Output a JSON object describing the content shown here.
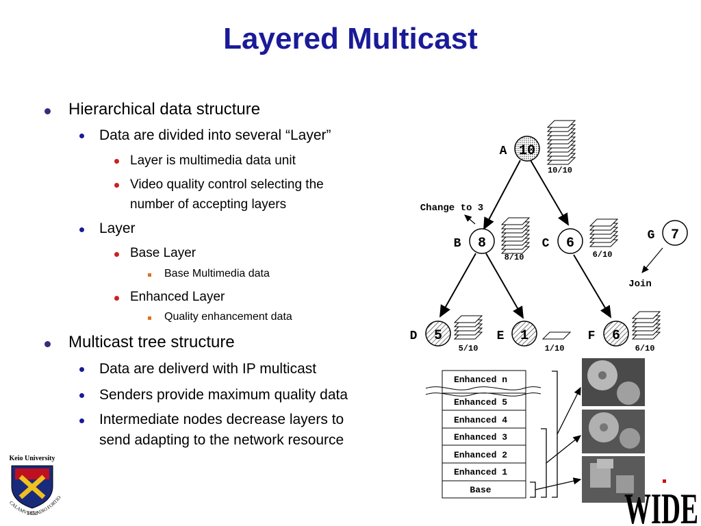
{
  "title": "Layered Multicast",
  "bullets": {
    "hier": "Hierarchical data structure",
    "divided": "Data are divided into several “Layer”",
    "unit": "Layer is multimedia data unit",
    "video_line1": "Video quality control selecting the",
    "video_line2": "number of accepting layers",
    "layer": "Layer",
    "base_layer": "Base Layer",
    "base_mm": "Base Multimedia data",
    "enh_layer": "Enhanced Layer",
    "quality": "Quality enhancement data",
    "multicast": "Multicast tree structure",
    "ip": "Data are deliverd with IP multicast",
    "senders": "Senders provide maximum quality data",
    "inter_line1": "Intermediate nodes decrease layers to",
    "inter_line2": "send adapting to the network resource"
  },
  "tree": {
    "nodes": [
      {
        "letter": "A",
        "value": "10",
        "ratio": "10/10"
      },
      {
        "letter": "B",
        "value": "8",
        "ratio": "8/10"
      },
      {
        "letter": "C",
        "value": "6",
        "ratio": "6/10"
      },
      {
        "letter": "G",
        "value": "7"
      },
      {
        "letter": "D",
        "value": "5",
        "ratio": "5/10"
      },
      {
        "letter": "E",
        "value": "1",
        "ratio": "1/10"
      },
      {
        "letter": "F",
        "value": "6",
        "ratio": "6/10"
      }
    ],
    "change_label": "Change to 3",
    "join_label": "Join"
  },
  "layers": [
    "Enhanced n",
    "Enhanced 5",
    "Enhanced 4",
    "Enhanced 3",
    "Enhanced 2",
    "Enhanced 1",
    "Base"
  ],
  "logo": {
    "university": "Keio University",
    "year": "1858",
    "motto": "CALAMVS GLADIO FORTIOR",
    "wide": "WIDE"
  },
  "colors": {
    "title": "#1a1a99",
    "bullet_l1": "#3a2a7a",
    "bullet_l2": "#1a1a99",
    "bullet_l3": "#cc2020",
    "bullet_l4": "#e07020",
    "wide_red": "#d01010"
  }
}
